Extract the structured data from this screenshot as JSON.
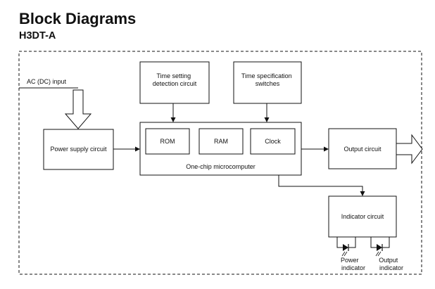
{
  "page": {
    "title": "Block Diagrams",
    "subtitle": "H3DT-A"
  },
  "diagram": {
    "input_label": "AC (DC) input",
    "power_supply": "Power supply circuit",
    "time_setting": [
      "Time setting",
      "detection circuit"
    ],
    "time_spec": [
      "Time specification",
      "switches"
    ],
    "rom": "ROM",
    "ram": "RAM",
    "clock": "Clock",
    "microcomputer": "One-chip microcomputer",
    "output_circuit": "Output circuit",
    "indicator_circuit": "Indicator circuit",
    "power_indicator": [
      "Power",
      "indicator"
    ],
    "output_indicator": [
      "Output",
      "indicator"
    ]
  }
}
